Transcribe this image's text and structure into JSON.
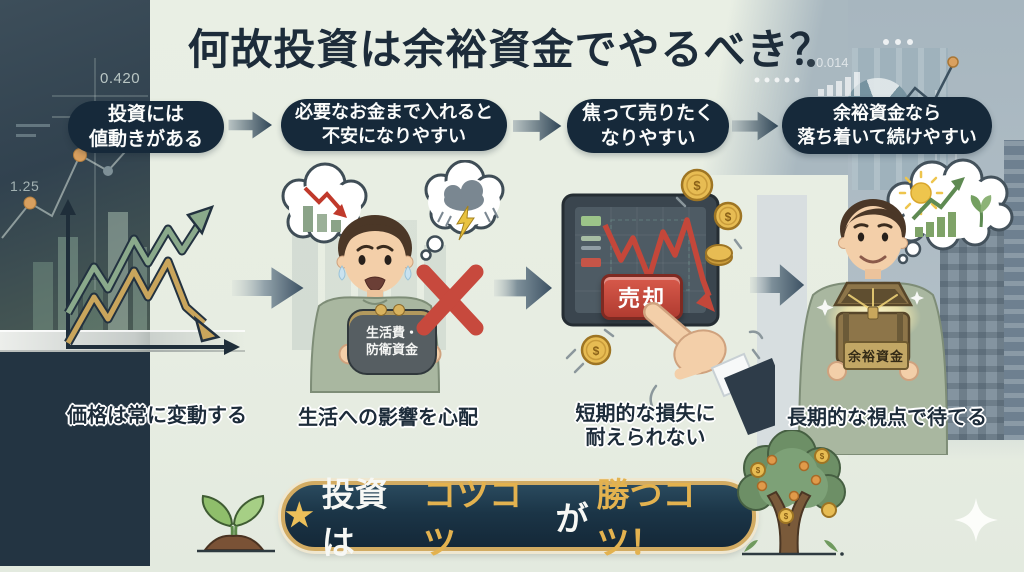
{
  "title": "何故投資は余裕資金でやるべき？",
  "steps": [
    {
      "pill_line1": "投資には",
      "pill_line2": "値動きがある",
      "caption_line1": "価格は常に変動する",
      "caption_line2": ""
    },
    {
      "pill_line1": "必要なお金まで入れると",
      "pill_line2": "不安になりやすい",
      "caption_line1": "生活への影響を心配",
      "caption_line2": ""
    },
    {
      "pill_line1": "焦って売りたく",
      "pill_line2": "なりやすい",
      "caption_line1": "短期的な損失に",
      "caption_line2": "耐えられない"
    },
    {
      "pill_line1": "余裕資金なら",
      "pill_line2": "落ち着いて続けやすい",
      "caption_line1": "長期的な視点で待てる",
      "caption_line2": ""
    }
  ],
  "illustration_labels": {
    "purse_line1": "生活費・",
    "purse_line2": "防衛資金",
    "sell_button": "売却",
    "chest_label": "余裕資金",
    "coin_symbol": "$"
  },
  "banner": {
    "star": "★",
    "seg1": "投資は",
    "seg2": "コツコツ",
    "seg3": "が",
    "seg4": "勝つコツ！"
  },
  "background_figures": {
    "value_top_left": "0.420",
    "value_mid_left": "1.25",
    "value_top_right": "0.014"
  },
  "colors": {
    "pill_navy": "#16293a",
    "banner_navy": "#1b3547",
    "accent_gold": "#e3b24f",
    "alert_red": "#c7493d",
    "growth_green": "#8aa98b",
    "fall_gold": "#c9a55c"
  }
}
